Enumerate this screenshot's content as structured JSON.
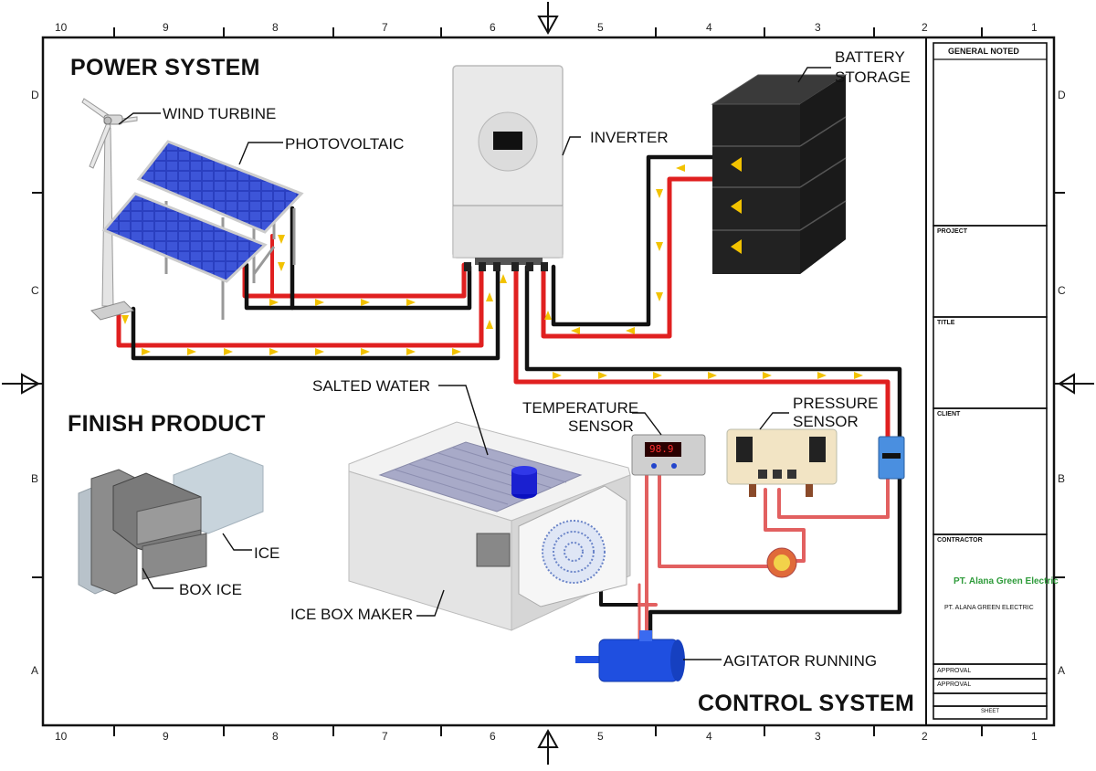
{
  "titles": {
    "power_system": "POWER SYSTEM",
    "finish_product": "FINISH PRODUCT",
    "control_system": "CONTROL SYSTEM"
  },
  "labels": {
    "wind_turbine": "WIND TURBINE",
    "photovoltaic": "PHOTOVOLTAIC",
    "inverter": "INVERTER",
    "battery_line1": "BATTERY",
    "battery_line2": "STORAGE",
    "salted_water": "SALTED WATER",
    "temperature_line1": "TEMPERATURE",
    "temperature_line2": "SENSOR",
    "pressure_line1": "PRESSURE",
    "pressure_line2": "SENSOR",
    "ice": "ICE",
    "box_ice": "BOX ICE",
    "ice_box_maker": "ICE BOX MAKER",
    "agitator_running": "AGITATOR RUNNING",
    "temp_display": "98.9"
  },
  "grid": {
    "columns": [
      "10",
      "9",
      "8",
      "7",
      "6",
      "5",
      "4",
      "3",
      "2",
      "1"
    ],
    "rows": [
      "D",
      "C",
      "B",
      "A"
    ]
  },
  "title_block": {
    "general_noted": "GENERAL NOTED",
    "project": "PROJECT",
    "title": "TITLE",
    "client": "CLIENT",
    "contractor": "CONTRACTOR",
    "company_logo": "PT. Alana Green Electric",
    "company_name": "PT. ALANA GREEN ELECTRIC",
    "approval_1": "APPROVAL",
    "approval_2": "APPROVAL",
    "sheet": "SHEET"
  },
  "colors": {
    "positive_wire": "#e02020",
    "negative_wire": "#111111",
    "flow_arrow": "#f2c200",
    "panel": "#2a3fc0",
    "agitator": "#1f4fe0",
    "logo_green": "#2e9b3a"
  }
}
